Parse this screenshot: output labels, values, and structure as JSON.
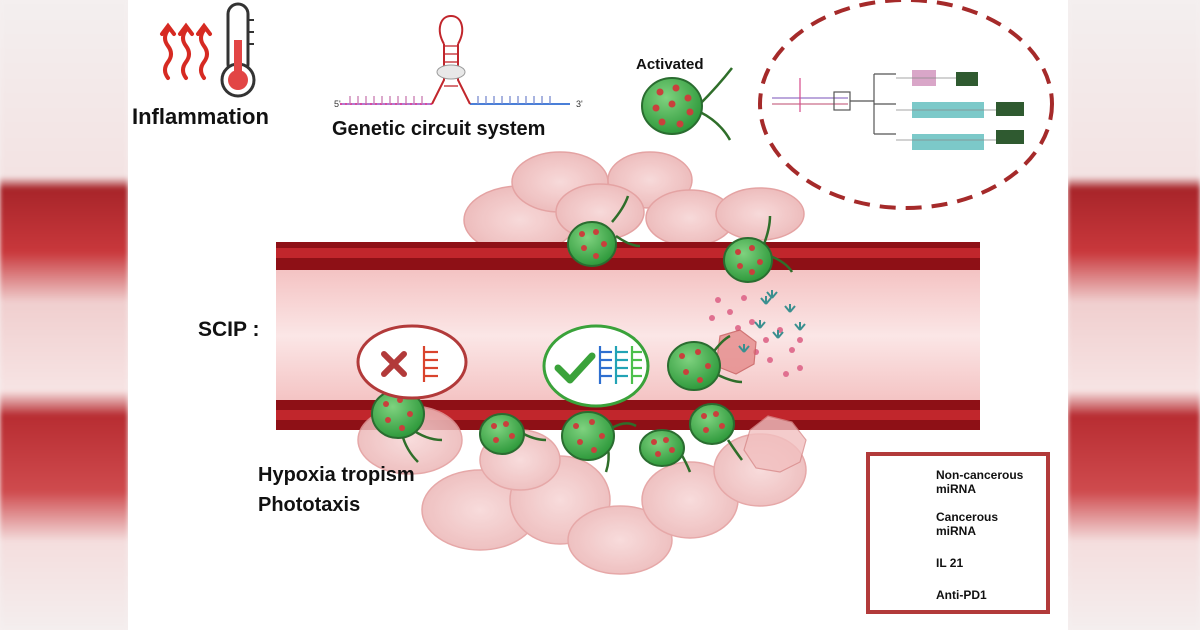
{
  "labels": {
    "inflammation": "Inflammation",
    "genetic_circuit": "Genetic circuit system",
    "activated": "Activated",
    "scip": "SCIP :",
    "hypoxia": "Hypoxia tropism",
    "phototaxis": "Phototaxis",
    "five_prime": "5'",
    "three_prime": "3'"
  },
  "legend": {
    "items": [
      {
        "label_line1": "Non-cancerous",
        "label_line2": "miRNA",
        "icon": "red-comb-icon"
      },
      {
        "label_line1": "Cancerous",
        "label_line2": "miRNA",
        "icon": "multicolor-comb-icon"
      },
      {
        "label_line1": "IL 21",
        "label_line2": "",
        "icon": "pink-sphere-icon"
      },
      {
        "label_line1": "Anti-PD1",
        "label_line2": "",
        "icon": "antibody-icon"
      }
    ]
  },
  "colors": {
    "vessel_dark": "#8e1016",
    "vessel_red": "#c1262c",
    "vessel_lumen": "#f7d4d4",
    "cell_green": "#3fae49",
    "cell_dot": "#c9403c",
    "check_green": "#3aa23a",
    "cross_red": "#b23a3a",
    "legend_border": "#b23a3a",
    "tissue_pink": "#f0b9b9"
  }
}
